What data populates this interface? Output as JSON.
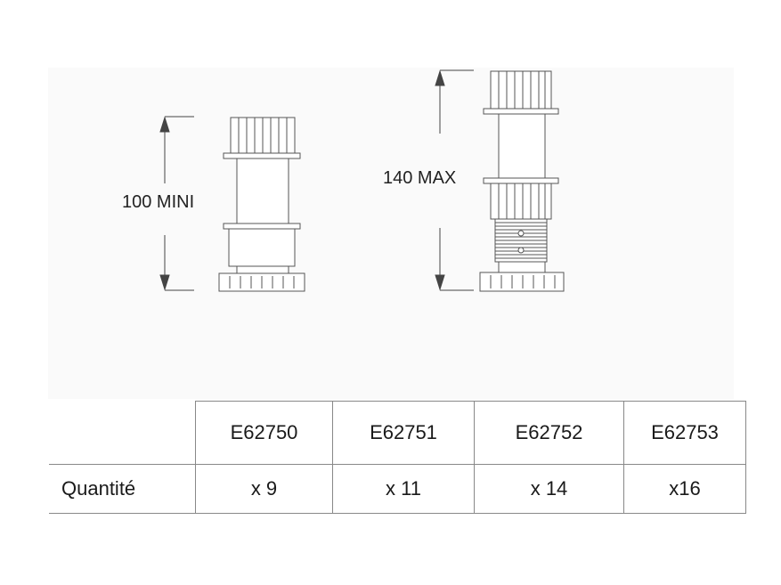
{
  "dimensions": {
    "min_label": "100 MINI",
    "max_label": "140 MAX"
  },
  "table": {
    "row_label": "Quantité",
    "references": [
      "E62750",
      "E62751",
      "E62752",
      "E62753"
    ],
    "quantities": [
      "x 9",
      "x 11",
      "x 14",
      "x16"
    ]
  },
  "colors": {
    "line": "#555555",
    "background": "#ffffff",
    "panel": "#f7f7f7"
  }
}
